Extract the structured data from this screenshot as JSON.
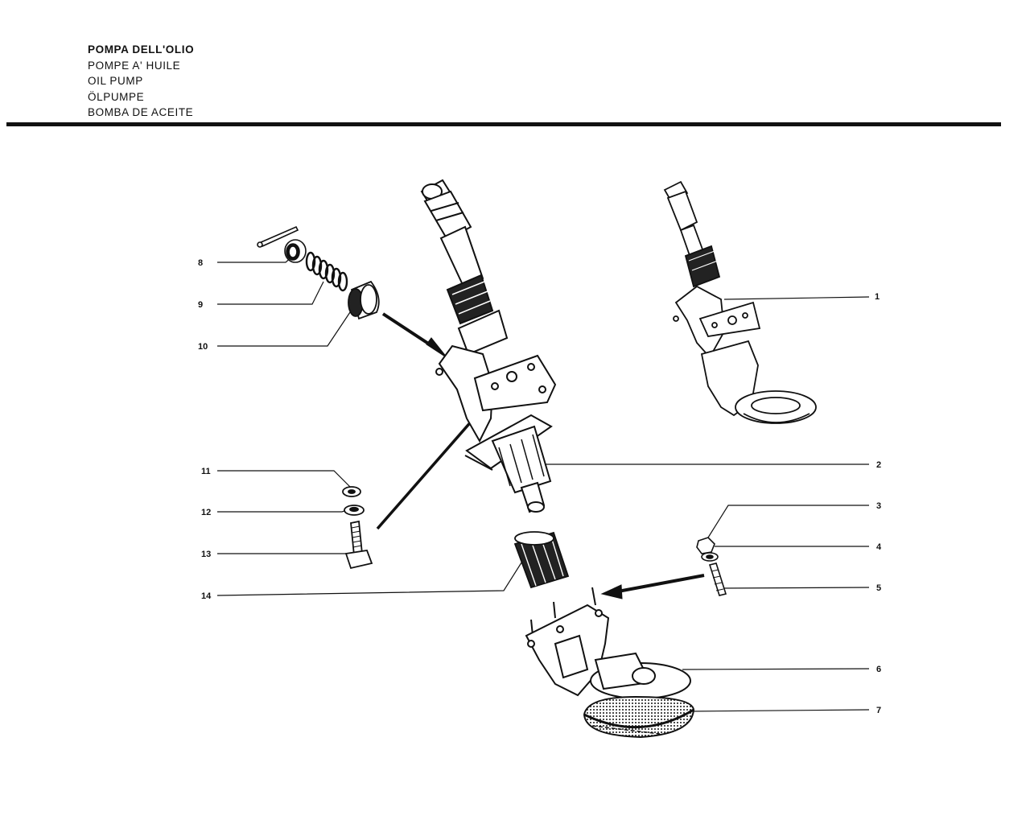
{
  "header": {
    "titles": [
      "POMPA DELL'OLIO",
      "POMPE A' HUILE",
      "OIL PUMP",
      "ÖLPUMPE",
      "BOMBA DE ACEITE"
    ]
  },
  "callouts": {
    "c1": "1",
    "c2": "2",
    "c3": "3",
    "c4": "4",
    "c5": "5",
    "c6": "6",
    "c7": "7",
    "c8": "8",
    "c9": "9",
    "c10": "10",
    "c11": "11",
    "c12": "12",
    "c13": "13",
    "c14": "14"
  }
}
